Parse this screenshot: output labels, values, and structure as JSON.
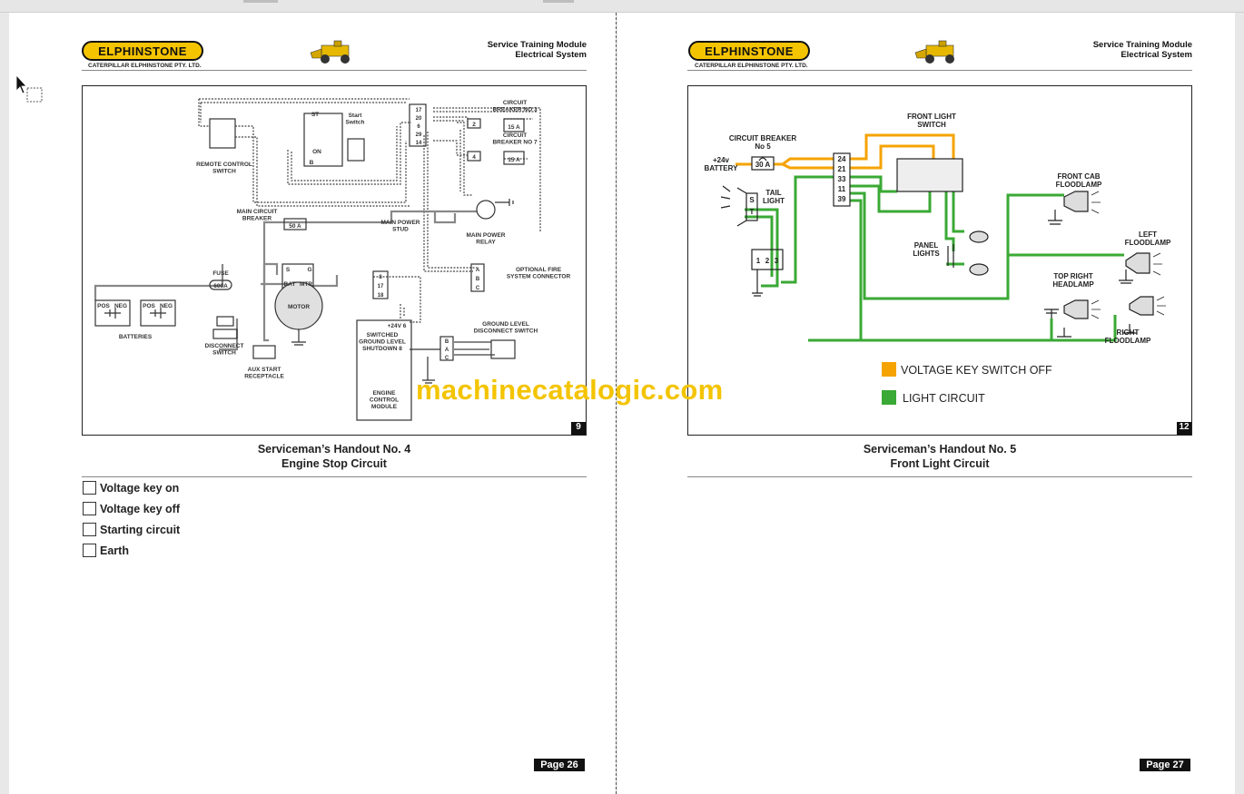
{
  "brand": {
    "logo_text": "ELPHINSTONE",
    "subtitle": "CATERPILLAR ELPHINSTONE PTY. LTD.",
    "yellow": "#f5c400"
  },
  "header": {
    "line1": "Service Training Module",
    "line2": "Electrical System"
  },
  "left_page": {
    "figure_number": "9",
    "caption_line1": "Serviceman’s Handout  No. 4",
    "caption_line2": "Engine Stop Circuit",
    "checklist": [
      "Voltage key on",
      "Voltage key off",
      "Starting circuit",
      "Earth"
    ],
    "page_label": "Page 26",
    "diagram": {
      "remote_control_switch": "REMOTE CONTROL\nSWITCH",
      "start_switch": "Start\nSwitch",
      "st": "ST",
      "on": "ON",
      "b": "B",
      "terminals": [
        "17",
        "20",
        "6",
        "29",
        "14"
      ],
      "cb3_title": "CIRCUIT\nBREAKER NO 3",
      "cb3_terminal": "2",
      "cb3_rating": "15 A",
      "cb7_title": "CIRCUIT\nBREAKER NO 7",
      "cb7_terminal": "4",
      "cb7_rating": "15 A",
      "main_cb": "MAIN CIRCUIT\nBREAKER",
      "main_cb_rating": "50 A",
      "main_power_stud": "MAIN POWER\nSTUD",
      "main_power_relay": "MAIN POWER\nRELAY",
      "fuse": "FUSE",
      "fuse_rating": "600A",
      "s": "S",
      "g": "G",
      "bat": "BAT",
      "mtr": "MTR",
      "motor": "MOTOR",
      "pos": "POS",
      "neg": "NEG",
      "batteries": "BATTERIES",
      "disconnect_switch": "DISCONNECT\nSWITCH",
      "aux_start": "AUX START\nRECEPTACLE",
      "fire_terminals": [
        "A",
        "B",
        "C"
      ],
      "optional_fire": "OPTIONAL FIRE\nSYSTEM CONNECTOR",
      "ecm_terminals": [
        "8",
        "17",
        "18"
      ],
      "ecm_24v": "+24V  6",
      "ecm_switched": "SWITCHED\nGROUND LEVEL\nSHUTDOWN  8",
      "ecm": "ENGINE\nCONTROL\nMODULE",
      "gl_terminals": [
        "B",
        "A",
        "C"
      ],
      "gl_switch": "GROUND LEVEL\nDISCONNECT SWITCH"
    }
  },
  "right_page": {
    "figure_number": "12",
    "caption_line1": "Serviceman’s Handout  No. 5",
    "caption_line2": "Front Light Circuit",
    "page_label": "Page 27",
    "diagram": {
      "circuit_breaker": "CIRCUIT BREAKER\nNo 5",
      "cb_rating": "30 A",
      "battery": "+24v\nBATTERY",
      "tail_light": "TAIL\nLIGHT",
      "s": "S",
      "t": "T",
      "plug_pins": [
        "1",
        "2",
        "3"
      ],
      "terminals": [
        "24",
        "21",
        "33",
        "11",
        "39"
      ],
      "front_light_switch": "FRONT LIGHT\nSWITCH",
      "front_cab_floodlamp": "FRONT CAB\nFLOODLAMP",
      "panel_lights": "PANEL\nLIGHTS",
      "left_floodlamp": "LEFT\nFLOODLAMP",
      "top_right_headlamp": "TOP RIGHT\nHEADLAMP",
      "right_floodlamp": "RIGHT\nFLOODLAMP"
    },
    "legend": [
      {
        "label": "VOLTAGE KEY SWITCH OFF",
        "color": "#f5a300"
      },
      {
        "label": "LIGHT CIRCUIT",
        "color": "#3aa935"
      }
    ]
  },
  "watermark": "machinecatalogic.com",
  "colors": {
    "orange": "#f5a300",
    "green": "#3aa935"
  }
}
